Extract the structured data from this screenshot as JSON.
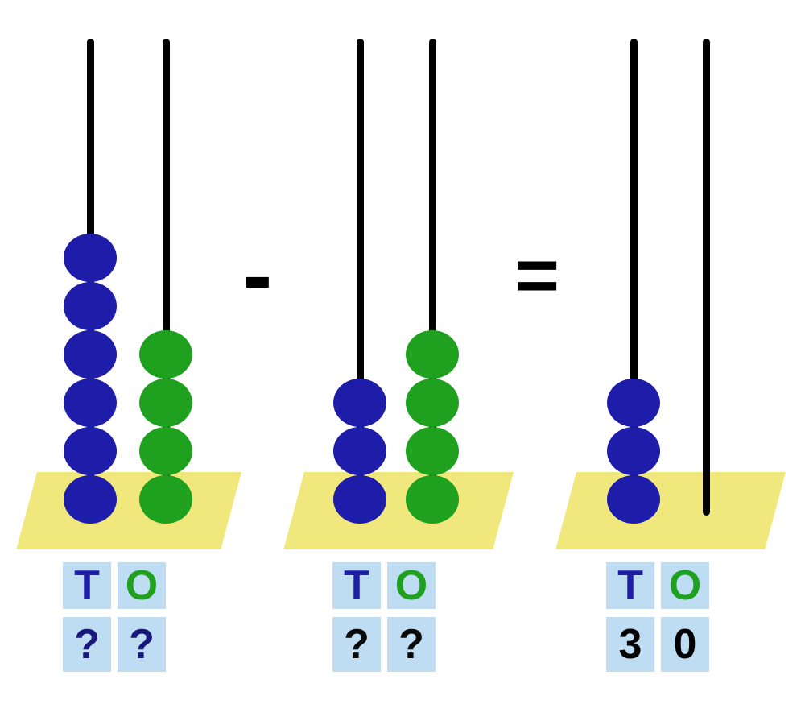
{
  "colors": {
    "bead_blue": "#1d1daa",
    "bead_green": "#1fa01f",
    "base_yellow": "#f1e87d",
    "cell_blue": "#bedcf2",
    "rod_black": "#000000",
    "tens_label_color": "#1d1daa",
    "ones_label_color": "#1fa01f"
  },
  "operators": {
    "minus": "-",
    "equals": "="
  },
  "abacuses": [
    {
      "tens_beads": 6,
      "ones_beads": 4,
      "tens_label": "T",
      "ones_label": "O",
      "tens_value": "?",
      "ones_value": "?"
    },
    {
      "tens_beads": 3,
      "ones_beads": 4,
      "tens_label": "T",
      "ones_label": "O",
      "tens_value": "?",
      "ones_value": "?"
    },
    {
      "tens_beads": 3,
      "ones_beads": 0,
      "tens_label": "T",
      "ones_label": "O",
      "tens_value": "3",
      "ones_value": "0"
    }
  ]
}
